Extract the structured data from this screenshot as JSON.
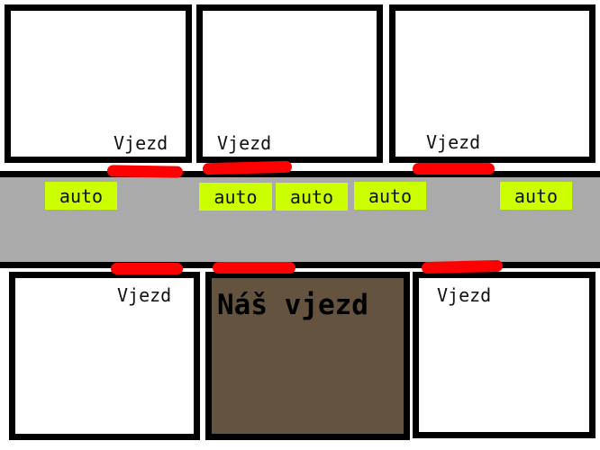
{
  "colors": {
    "road": "#aaaaaa",
    "driveway_mark": "#ff0000",
    "car": "#ccff00",
    "our_lot": "#63533f",
    "lot_border": "#000000"
  },
  "driveway_label": "Vjezd",
  "our_driveway_label": "Náš vjezd",
  "car_label": "auto",
  "top_lots": [
    {
      "label": "Vjezd"
    },
    {
      "label": "Vjezd"
    },
    {
      "label": "Vjezd"
    }
  ],
  "bottom_lots": [
    {
      "label": "Vjezd"
    },
    {
      "label": "Náš vjezd"
    },
    {
      "label": "Vjezd"
    }
  ],
  "cars": [
    {
      "label": "auto"
    },
    {
      "label": "auto"
    },
    {
      "label": "auto"
    },
    {
      "label": "auto"
    },
    {
      "label": "auto"
    }
  ]
}
